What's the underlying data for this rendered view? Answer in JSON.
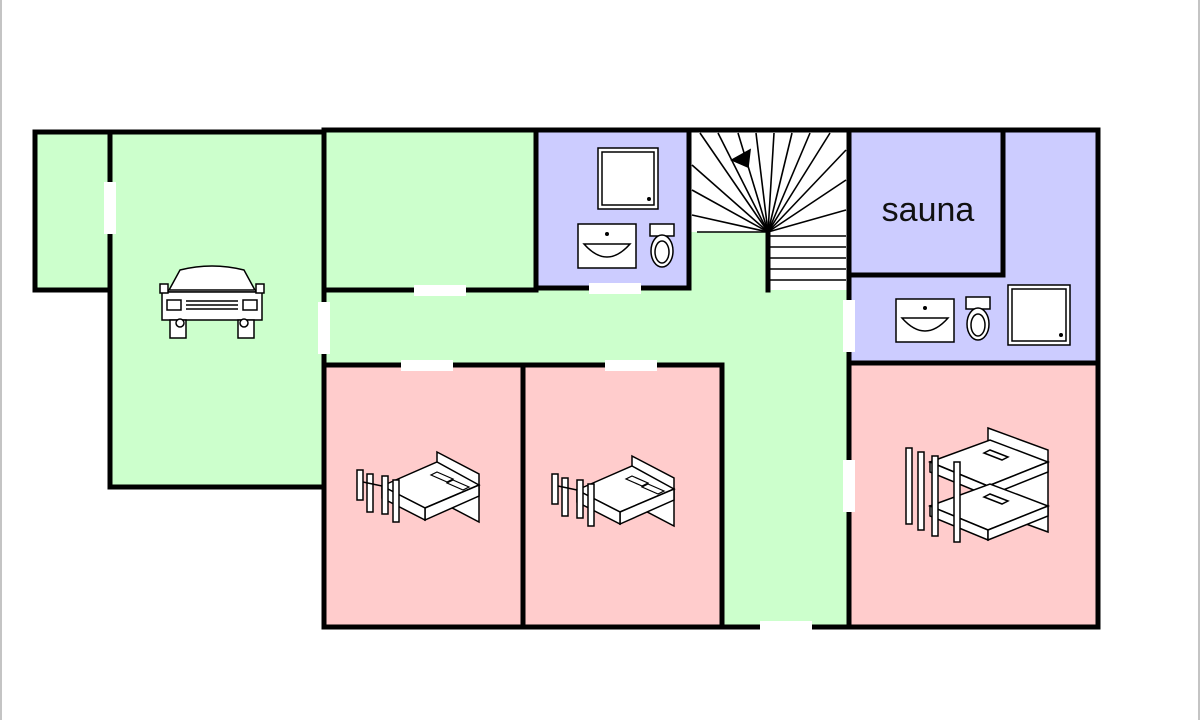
{
  "floor_plan": {
    "rooms": [
      {
        "id": "shed",
        "kind": "storage"
      },
      {
        "id": "garage",
        "kind": "garage",
        "icon": "car-icon"
      },
      {
        "id": "storage-room",
        "kind": "storage"
      },
      {
        "id": "bathroom-1",
        "kind": "bathroom"
      },
      {
        "id": "stairs",
        "kind": "staircase"
      },
      {
        "id": "sauna",
        "kind": "sauna",
        "label": "sauna"
      },
      {
        "id": "shower-room",
        "kind": "bathroom"
      },
      {
        "id": "hallway",
        "kind": "hallway"
      },
      {
        "id": "bedroom-1",
        "kind": "bedroom",
        "icon": "double-bed-icon"
      },
      {
        "id": "bedroom-2",
        "kind": "bedroom",
        "icon": "double-bed-icon"
      },
      {
        "id": "bedroom-3",
        "kind": "bedroom",
        "icon": "bunk-bed-icon"
      }
    ],
    "colors": {
      "utility_green": "#ccffcc",
      "wet_room_lavender": "#ccccff",
      "bedroom_pink": "#ffcccc",
      "wall": "#000000",
      "background": "#ffffff"
    }
  }
}
